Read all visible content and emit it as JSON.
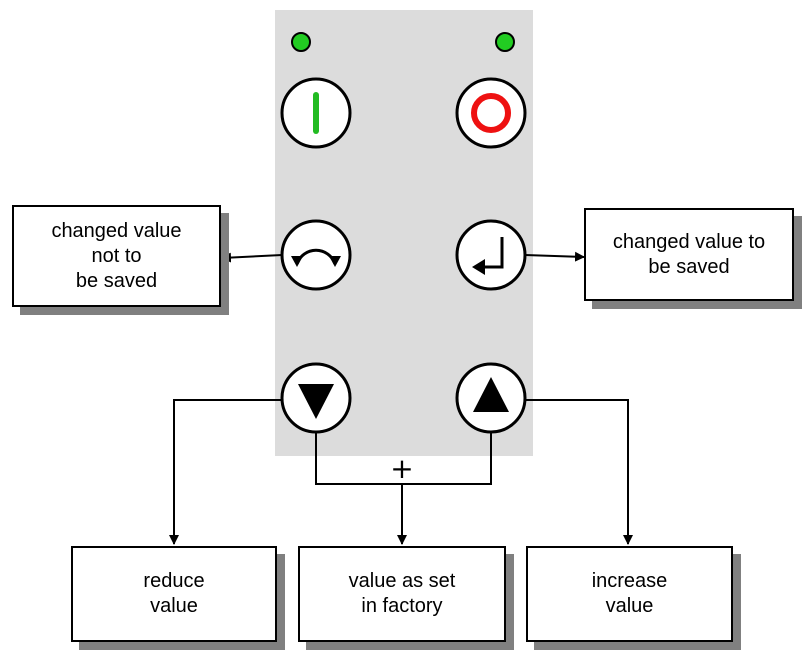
{
  "panel": {
    "leds": [
      {
        "name": "left-led",
        "color": "#22cc22"
      },
      {
        "name": "right-led",
        "color": "#22cc22"
      }
    ],
    "buttons": [
      {
        "name": "start-button",
        "icon": "power-on-icon"
      },
      {
        "name": "stop-button",
        "icon": "power-off-icon"
      },
      {
        "name": "cancel-button",
        "icon": "undo-arrows-icon"
      },
      {
        "name": "enter-button",
        "icon": "enter-return-icon"
      },
      {
        "name": "down-button",
        "icon": "triangle-down-icon"
      },
      {
        "name": "up-button",
        "icon": "triangle-up-icon"
      }
    ]
  },
  "combo_symbol": "+",
  "labels": {
    "not_saved": "changed value\nnot to\nbe saved",
    "saved": "changed value to\nbe saved",
    "reduce": "reduce\nvalue",
    "factory": "value as set\nin factory",
    "increase": "increase\nvalue"
  },
  "colors": {
    "panel_bg": "#dcdcdc",
    "led_green": "#22cc22",
    "start_green": "#22bb22",
    "stop_red": "#ee1111",
    "shadow": "#808080"
  }
}
